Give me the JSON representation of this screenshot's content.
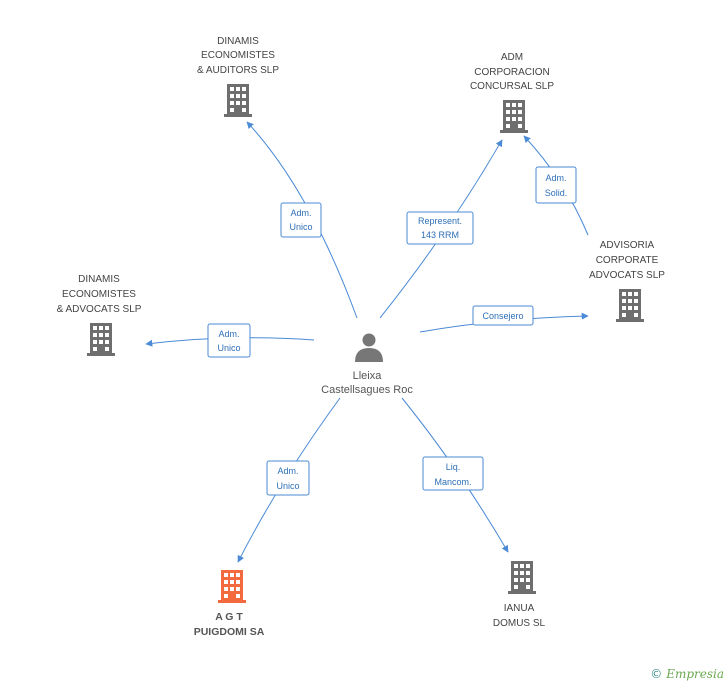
{
  "person": {
    "name_line1": "Lleixa",
    "name_line2": "Castellsagues Roc"
  },
  "companies": [
    {
      "id": "dinamis-auditors",
      "lines": [
        "DINAMIS",
        "ECONOMISTES",
        "& AUDITORS SLP"
      ],
      "highlight": false
    },
    {
      "id": "adm-corporacion",
      "lines": [
        "ADM",
        "CORPORACION",
        "CONCURSAL SLP"
      ],
      "highlight": false
    },
    {
      "id": "advisoria",
      "lines": [
        "ADVISORIA",
        "CORPORATE",
        "ADVOCATS SLP"
      ],
      "highlight": false
    },
    {
      "id": "dinamis-advocats",
      "lines": [
        "DINAMIS",
        "ECONOMISTES",
        "& ADVOCATS SLP"
      ],
      "highlight": false
    },
    {
      "id": "agt",
      "lines": [
        "A G T",
        "PUIGDOMI SA"
      ],
      "highlight": true
    },
    {
      "id": "ianua",
      "lines": [
        "IANUA",
        "DOMUS SL"
      ],
      "highlight": false
    }
  ],
  "edges": [
    {
      "id": "e-dinamis-auditors",
      "label_lines": [
        "Adm.",
        "Unico"
      ]
    },
    {
      "id": "e-adm-corporacion",
      "label_lines": [
        "Represent.",
        "143 RRM"
      ]
    },
    {
      "id": "e-advisoria-adm",
      "label_lines": [
        "Adm.",
        "Solid."
      ]
    },
    {
      "id": "e-advisoria",
      "label_lines": [
        "Consejero"
      ]
    },
    {
      "id": "e-dinamis-advocats",
      "label_lines": [
        "Adm.",
        "Unico"
      ]
    },
    {
      "id": "e-agt",
      "label_lines": [
        "Adm.",
        "Unico"
      ]
    },
    {
      "id": "e-ianua",
      "label_lines": [
        "Liq.",
        "Mancom."
      ]
    }
  ],
  "colors": {
    "edge": "#4a8ad6",
    "building": "#6e6e6e",
    "building_highlight": "#f26a3d",
    "person": "#777777"
  },
  "icons": {
    "company": "building-icon",
    "person": "person-icon"
  },
  "footer": {
    "copyright": "©",
    "brand": "Empresia"
  }
}
